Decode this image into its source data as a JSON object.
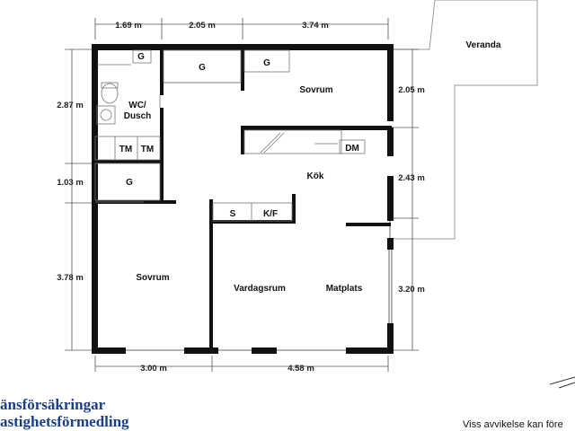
{
  "rooms": {
    "veranda": "Veranda",
    "sovrum_top": "Sovrum",
    "wc_line1": "WC/",
    "wc_line2": "Dusch",
    "kok": "Kök",
    "sovrum_left": "Sovrum",
    "vardagsrum": "Vardagsrum",
    "matplats": "Matplats"
  },
  "fixtures": {
    "g_wc": "G",
    "g_hall": "G",
    "g_bedroom": "G",
    "g_closet": "G",
    "tm1": "TM",
    "tm2": "TM",
    "dm": "DM",
    "s": "S",
    "kf": "K/F"
  },
  "dimensions": {
    "top": [
      "1.69 m",
      "2.05 m",
      "3.74 m"
    ],
    "left": [
      "2.87 m",
      "1.03 m",
      "3.78 m"
    ],
    "right": [
      "2.05 m",
      "2.43 m",
      "3.20 m"
    ],
    "bottom": [
      "3.00 m",
      "4.58 m"
    ]
  },
  "footer": {
    "brand_line1": "änsförsäkringar",
    "brand_line2": "astighetsförmedling",
    "disclaimer": "Viss avvikelse kan före"
  },
  "colors": {
    "wall": "#111111",
    "brand": "#1b3f84"
  }
}
